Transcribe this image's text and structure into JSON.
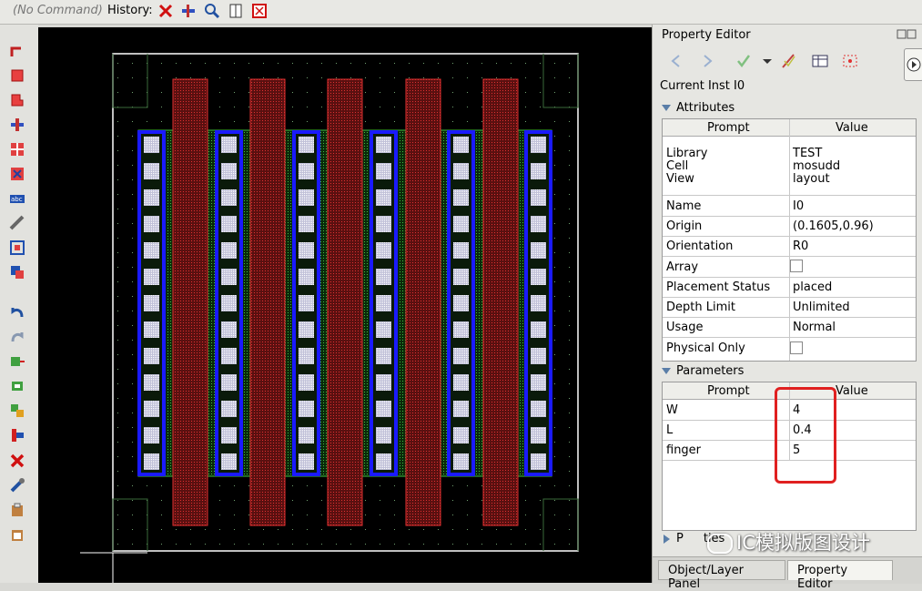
{
  "topbar": {
    "command_text": "(No Command)",
    "history_label": "History:",
    "icons": [
      "delete-icon",
      "ruler-icon",
      "zoom-icon",
      "split-icon",
      "fit-icon"
    ]
  },
  "left_toolbar": {
    "icons": [
      "create-path-icon",
      "create-rect-icon",
      "create-polygon-icon",
      "create-via-icon",
      "create-instance-icon",
      "create-pin-icon",
      "create-label-icon",
      "ruler-icon",
      "zoom-fit-icon",
      "zoom-box-icon",
      "undo-icon",
      "redo-icon",
      "copy-icon",
      "move-icon",
      "stretch-icon",
      "merge-icon",
      "delete-icon",
      "edit-icon",
      "paste-icon",
      "clipboard-icon"
    ]
  },
  "property_editor": {
    "title": "Property Editor",
    "current_inst": "Current Inst I0",
    "attributes_header": "Attributes",
    "col_prompt": "Prompt",
    "col_value": "Value",
    "lib_cell_view": {
      "prompts": [
        "Library",
        "Cell",
        "View"
      ],
      "values": [
        "TEST",
        "mosudd",
        "layout"
      ]
    },
    "attributes": [
      {
        "prompt": "Name",
        "value": "I0"
      },
      {
        "prompt": "Origin",
        "value": "(0.1605,0.96)"
      },
      {
        "prompt": "Orientation",
        "value": "R0"
      },
      {
        "prompt": "Array",
        "value": ""
      },
      {
        "prompt": "Placement Status",
        "value": "placed"
      },
      {
        "prompt": "Depth Limit",
        "value": "Unlimited"
      },
      {
        "prompt": "Usage",
        "value": "Normal"
      },
      {
        "prompt": "Physical Only",
        "value": ""
      }
    ],
    "parameters_header": "Parameters",
    "parameters": [
      {
        "prompt": "W",
        "value": "4"
      },
      {
        "prompt": "L",
        "value": "0.4"
      },
      {
        "prompt": "finger",
        "value": "5"
      }
    ],
    "properties_header_partial": "P",
    "properties_tail": "ties"
  },
  "tabs": [
    {
      "label": "Object/Layer Panel"
    },
    {
      "label": "Property Editor"
    }
  ],
  "watermark": "IC模拟版图设计",
  "colors": {
    "canvas_bg": "#000000",
    "poly": "#c82828",
    "diff_contact": "#e0e0e0",
    "metal_outline": "#1a1aff",
    "accent_mark": "#e02020"
  }
}
